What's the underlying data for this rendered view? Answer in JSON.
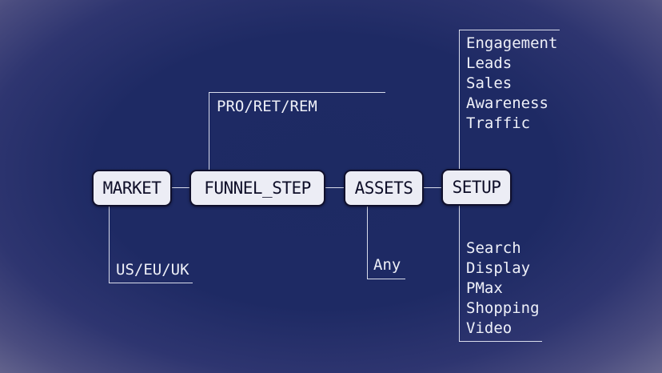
{
  "nodes": {
    "market": {
      "label": "MARKET",
      "values": "US/EU/UK"
    },
    "funnel_step": {
      "label": "FUNNEL_STEP",
      "values": "PRO/RET/REM"
    },
    "assets": {
      "label": "ASSETS",
      "values": "Any"
    },
    "setup": {
      "label": "SETUP",
      "goals": [
        "Engagement",
        "Leads",
        "Sales",
        "Awareness",
        "Traffic"
      ],
      "types": [
        "Search",
        "Display",
        "PMax",
        "Shopping",
        "Video"
      ]
    }
  },
  "colors": {
    "background_center": "#1d2a63",
    "background_edge": "#67678f",
    "node_fill": "#ecedf5",
    "node_border": "#10102c",
    "node_text": "#0e0e28",
    "connector_line": "#e3e6f2",
    "annotation_text": "#eef0f8"
  }
}
